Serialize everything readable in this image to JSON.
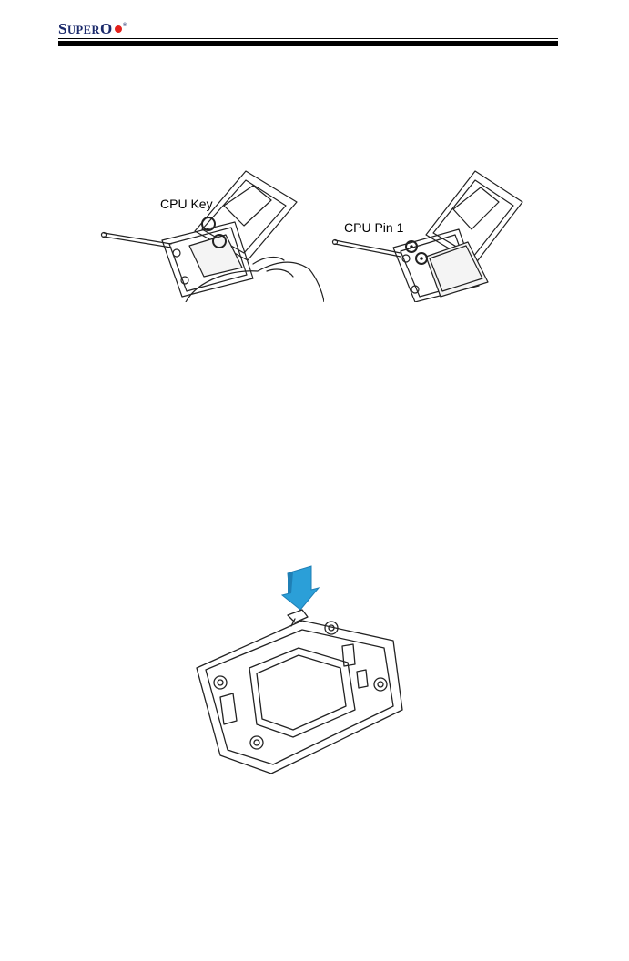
{
  "header": {
    "logo_main": "S",
    "logo_rest": "UPER",
    "logo_o": "O",
    "logo_reg": "®"
  },
  "figures": {
    "cpu_key_label": "CPU Key",
    "cpu_pin1_label": "CPU Pin 1"
  },
  "colors": {
    "logo_blue": "#1b2a6b",
    "logo_red": "#e3201b",
    "arrow_blue": "#2b9fd8"
  }
}
